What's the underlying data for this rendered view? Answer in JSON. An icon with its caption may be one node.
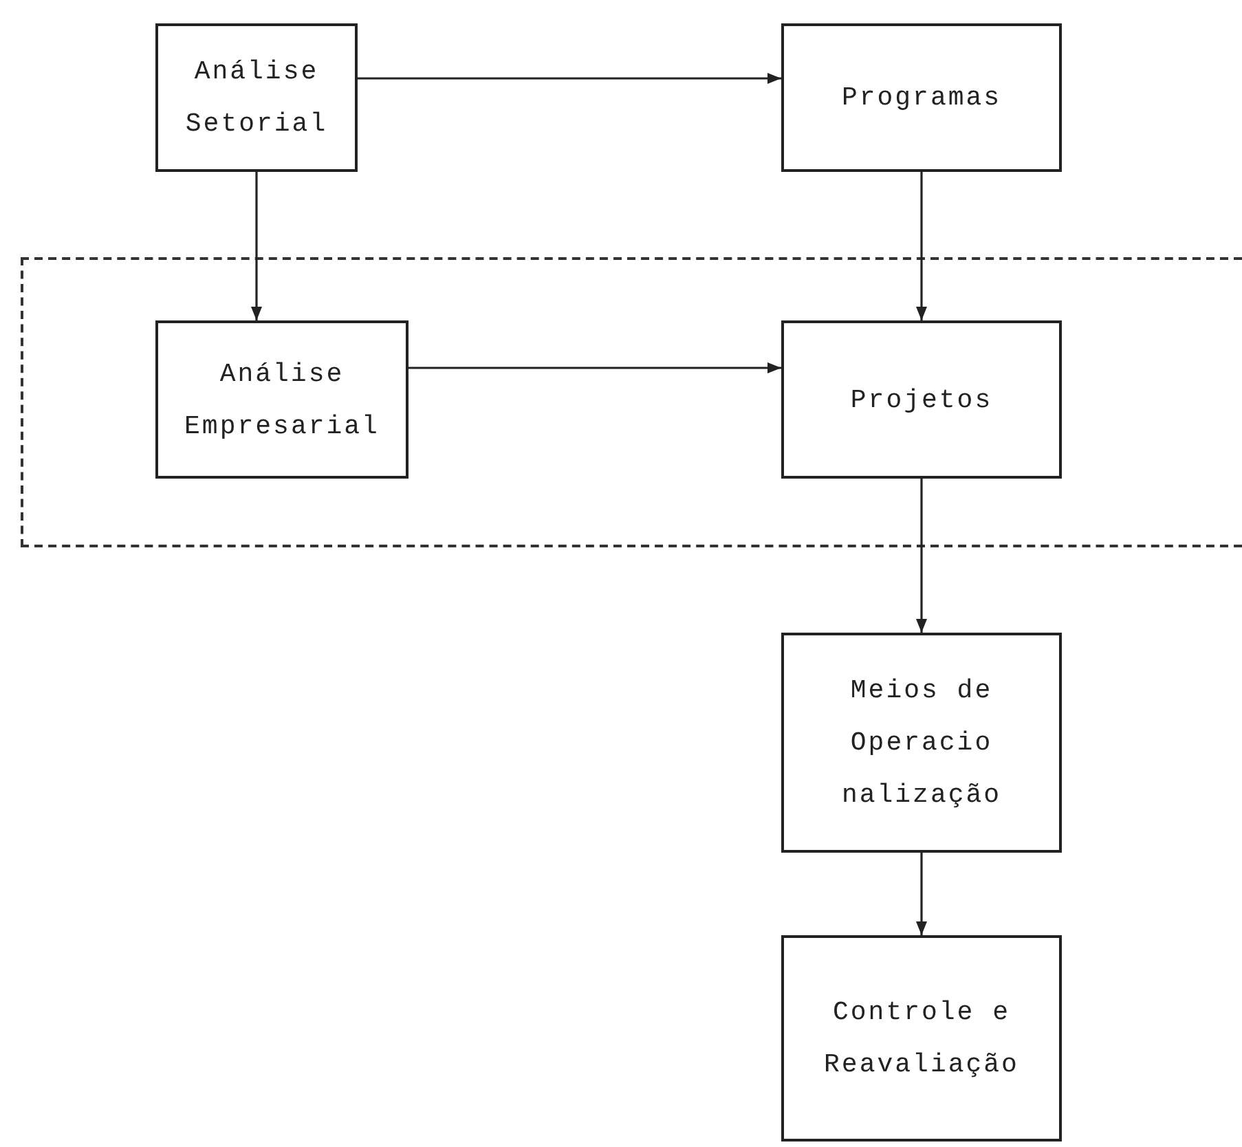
{
  "diagram": {
    "nodes": [
      {
        "text": [
          "Análise Setorial"
        ]
      },
      {
        "text": [
          "Programas"
        ]
      },
      {
        "text": [],
        "shape": "box"
      },
      {
        "text": [
          "Análise Empresarial"
        ],
        "in": 2
      },
      {
        "text": [
          "Projetos"
        ],
        "in": 2
      },
      {
        "text": [
          "Meios de Operacio nalização"
        ]
      },
      {
        "text": [
          "Controle e Reavaliação"
        ]
      }
    ],
    "edges": [
      {
        "from": 0,
        "to": 1,
        "arrow": "to"
      },
      {
        "from": 0,
        "to": 3,
        "arrow": "to"
      },
      {
        "from": 1,
        "to": 4,
        "arrow": "to"
      },
      {
        "from": 3,
        "to": 4,
        "arrow": "to"
      },
      {
        "from": 4,
        "to": 5,
        "arrow": "to"
      },
      {
        "from": 5,
        "to": 6,
        "arrow": "to"
      }
    ]
  }
}
